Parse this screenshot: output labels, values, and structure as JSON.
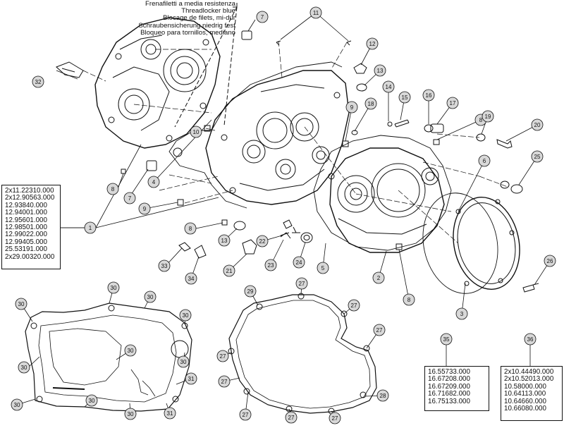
{
  "note_lines": [
    "Frenafiletti a media resistenza",
    "Threadlocker blue",
    "Blocage de filets, mi-dur",
    "Schraubensicherung niedrig fest",
    "Bloqueo para tornillos, mediano"
  ],
  "lists": {
    "part_1": [
      "2x11.22310.000",
      "2x12.90563.000",
      "12.93840.000",
      "12.94001.000",
      "12.95601.000",
      "12.98501.000",
      "12.99022.000",
      "12.99405.000",
      "25.53191.000",
      "2x29.00320.000"
    ],
    "part_35": [
      "16.55733.000",
      "16.67208.000",
      "16.67209.000",
      "16.71682.000",
      "16.75133.000"
    ],
    "part_36": [
      "2x10.44490.000",
      "2x10.52013.000",
      "10.58000.000",
      "10.64113.000",
      "10.64660.000",
      "10.66080.000"
    ]
  },
  "callouts": [
    "1",
    "2",
    "3",
    "4",
    "5",
    "6",
    "7",
    "8",
    "9",
    "10",
    "11",
    "12",
    "13",
    "14",
    "15",
    "16",
    "17",
    "18",
    "19",
    "20",
    "21",
    "22",
    "23",
    "24",
    "25",
    "26",
    "27",
    "28",
    "29",
    "30",
    "31",
    "32",
    "33",
    "34",
    "35",
    "36"
  ]
}
